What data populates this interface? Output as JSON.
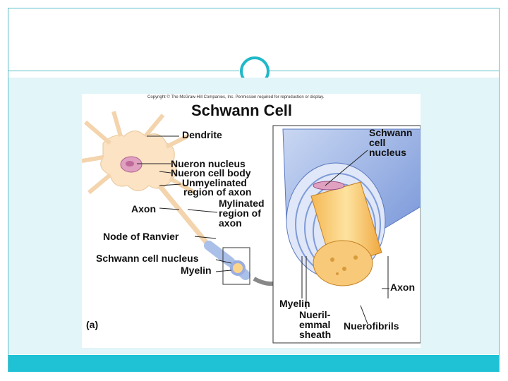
{
  "figure": {
    "copyright": "Copyright © The McGraw-Hill Companies, Inc. Permission required for reproduction or display.",
    "title": "Schwann Cell",
    "panel_letter": "(a)",
    "labels": {
      "dendrite": "Dendrite",
      "neuron_nucleus": "Nueron nucleus",
      "neuron_cell_body": "Nueron cell body",
      "unmyelinated_1": "Unmyelinated",
      "unmyelinated_2": "region of axon",
      "axon_left": "Axon",
      "myelinated_1": "Mylinated",
      "myelinated_2": "region of",
      "myelinated_3": "axon",
      "node_of_ranvier": "Node of Ranvier",
      "schwann_nucleus_left": "Schwann cell nucleus",
      "myelin_left": "Myelin",
      "schwann_1": "Schwann",
      "schwann_2": "cell",
      "schwann_3": "nucleus",
      "axon_right": "Axon",
      "myelin_right": "Myelin",
      "neurilemma_1": "Nueril-",
      "neurilemma_2": "emmal",
      "neurilemma_3": "sheath",
      "neurofibrils": "Nuerofibrils"
    }
  },
  "colors": {
    "accent": "#1ec2d4",
    "frame": "#5bbfcb",
    "band": "#e2f5f8"
  }
}
